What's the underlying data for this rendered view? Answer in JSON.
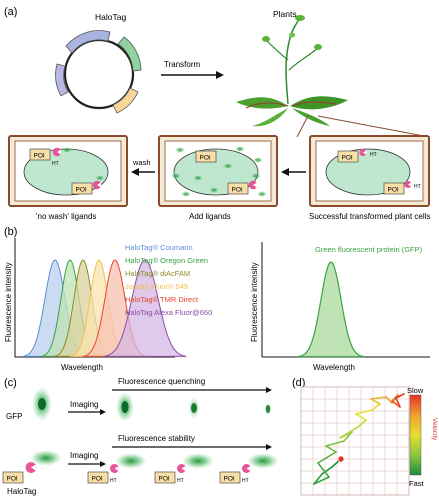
{
  "panel_a": {
    "letter": "(a)",
    "plasmid_label": "HaloTag",
    "transform_label": "Transform",
    "plants_label": "Plants",
    "wash_label": "wash",
    "poi": "POI",
    "ht": "HT",
    "captions": [
      "'no wash' ligands",
      "Add ligands",
      "Successful transformed plant cells"
    ]
  },
  "panel_b": {
    "letter": "(b)",
    "left": {
      "ylabel": "Fluorescence intensity",
      "xlabel": "Wavelength",
      "legend": [
        {
          "name": "HaloTag® Coumarin",
          "color": "#5a8fd6"
        },
        {
          "name": "HaloTag® Oregon Green",
          "color": "#3aa346"
        },
        {
          "name": "HaloTag® diAcFAM",
          "color": "#8d8a2a"
        },
        {
          "name": "Janelia Fluor® 549",
          "color": "#f2c14e"
        },
        {
          "name": "HaloTag® TMR Direct",
          "color": "#e8452c"
        },
        {
          "name": "HaloTag Alexa Fluor@660",
          "color": "#8a4da8"
        }
      ]
    },
    "right": {
      "ylabel": "Fluorescence intensity",
      "xlabel": "Wavelength",
      "legend": [
        {
          "name": "Green fluorescent protein (GFP)",
          "color": "#3aa346"
        }
      ]
    }
  },
  "panel_c": {
    "letter": "(c)",
    "gfp_label": "GFP",
    "imaging_label": "Imaging",
    "quenching_label": "Fluorescence quenching",
    "stability_label": "Fluorescence stability",
    "halotag_label": "HaloTag",
    "poi": "POI",
    "ht": "HT"
  },
  "panel_d": {
    "letter": "(d)",
    "slow_label": "Slow",
    "fast_label": "Fast",
    "velocity_label": "Velocity"
  }
}
